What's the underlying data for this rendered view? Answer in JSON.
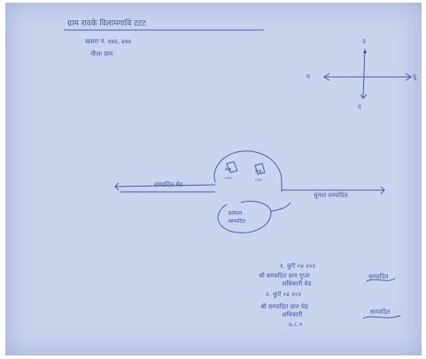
{
  "header": {
    "title": "ग्राम रावके विलामगावि टटट",
    "line1": "खसरा नं. ४४४, ४४७",
    "line2": "मौजा ग्राम"
  },
  "compass": {
    "north": "उ",
    "south": "द",
    "east": "पू",
    "west": "प"
  },
  "map": {
    "room1": "कक्ष",
    "room1_sub": "०००",
    "room2": "कक्ष",
    "room2_sub": "०००",
    "left_road": "सम्पादित मेड",
    "right_road": "चुनात सम्पादित",
    "lower_label_1": "वर्तमान",
    "lower_label_2": "सम्पादित"
  },
  "notes": {
    "n1": "१. कुऍ ०४ २०२",
    "n2a": "श्री सम्पादित ज्ञान गुप्ता",
    "n2b": "अधिकारी मेड",
    "n3": "२. कुऍ ०४ २०२",
    "n4a": "श्री सम्पादित ज्ञान मेड",
    "n4b": "अधिकारी",
    "n4c": "७.८.०",
    "sig1": "सम्पादित",
    "sig2": "सम्पादित"
  },
  "colors": {
    "ink": "#2b3f93",
    "paper": "#c9d4ee"
  }
}
